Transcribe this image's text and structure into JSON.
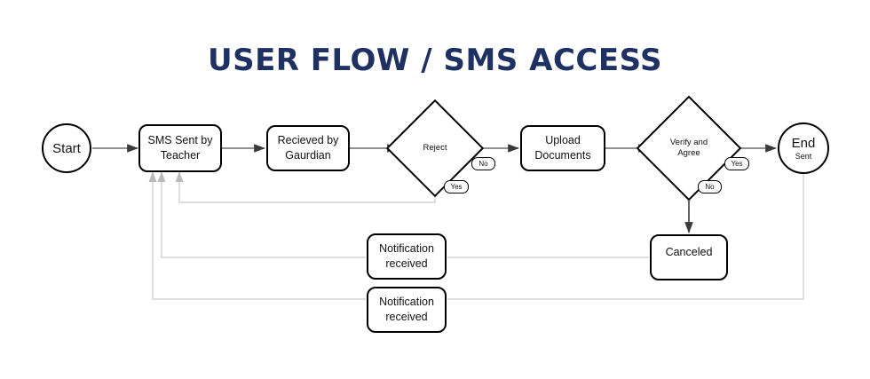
{
  "title": "USER FLOW / SMS ACCESS",
  "colors": {
    "title": "#1f3062",
    "node_stroke": "#000000",
    "dark_edge": "#3a3a3a",
    "light_edge": "#d4d4d4",
    "background": "#ffffff"
  },
  "nodes": {
    "start": {
      "label": "Start",
      "shape": "circle"
    },
    "sms_sent": {
      "label": "SMS Sent by\nTeacher",
      "line1": "SMS Sent by",
      "line2": "Teacher",
      "shape": "rounded-rect"
    },
    "received": {
      "line1": "Recieved by",
      "line2": "Gaurdian",
      "shape": "rounded-rect"
    },
    "reject": {
      "label": "Reject",
      "shape": "diamond"
    },
    "upload": {
      "line1": "Upload",
      "line2": "Documents",
      "shape": "rounded-rect"
    },
    "verify": {
      "line1": "Verify and",
      "line2": "Agree",
      "shape": "diamond"
    },
    "end": {
      "label": "End",
      "sublabel": "Sent",
      "shape": "circle"
    },
    "canceled": {
      "label": "Canceled",
      "shape": "rounded-rect"
    },
    "notification_1": {
      "line1": "Notification",
      "line2": "received",
      "shape": "rounded-rect"
    },
    "notification_2": {
      "line1": "Notification",
      "line2": "received",
      "shape": "rounded-rect"
    }
  },
  "edge_labels": {
    "reject_no": "No",
    "reject_yes": "Yes",
    "verify_yes": "Yes",
    "verify_no": "No"
  },
  "flow": [
    {
      "from": "start",
      "to": "sms_sent",
      "label": ""
    },
    {
      "from": "sms_sent",
      "to": "received",
      "label": ""
    },
    {
      "from": "received",
      "to": "reject",
      "label": ""
    },
    {
      "from": "reject",
      "to": "upload",
      "label": "No"
    },
    {
      "from": "reject",
      "to": "sms_sent",
      "label": "Yes"
    },
    {
      "from": "upload",
      "to": "verify",
      "label": ""
    },
    {
      "from": "verify",
      "to": "end",
      "label": "Yes"
    },
    {
      "from": "verify",
      "to": "canceled",
      "label": "No"
    },
    {
      "from": "canceled",
      "to": "notification_1",
      "label": ""
    },
    {
      "from": "notification_1",
      "to": "sms_sent",
      "label": ""
    },
    {
      "from": "end",
      "to": "notification_2",
      "label": ""
    },
    {
      "from": "notification_2",
      "to": "sms_sent",
      "label": ""
    }
  ]
}
